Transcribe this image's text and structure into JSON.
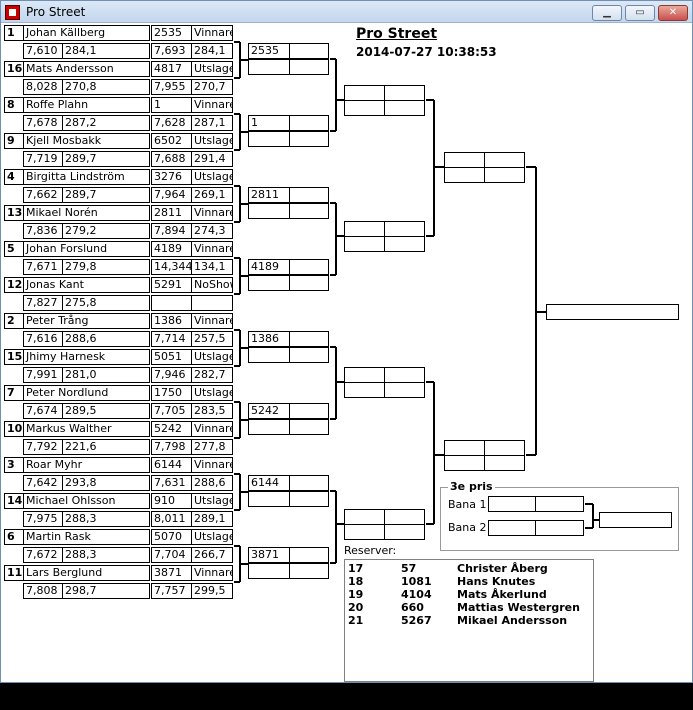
{
  "window": {
    "title": "Pro Street"
  },
  "header": {
    "title": "Pro Street",
    "datetime": "2014-07-27 10:38:53"
  },
  "round1": [
    {
      "seed": "1",
      "name": "Johan Källberg",
      "t1": "7,610",
      "t2": "284,1",
      "num": "2535",
      "res": "Vinnare",
      "v1": "7,693",
      "v2": "284,1"
    },
    {
      "seed": "16",
      "name": "Mats Andersson",
      "t1": "8,028",
      "t2": "270,8",
      "num": "4817",
      "res": "Utslagen",
      "v1": "7,955",
      "v2": "270,7"
    },
    {
      "seed": "8",
      "name": "Roffe Plahn",
      "t1": "7,678",
      "t2": "287,2",
      "num": "1",
      "res": "Vinnare",
      "v1": "7,628",
      "v2": "287,1"
    },
    {
      "seed": "9",
      "name": "Kjell Mosbakk",
      "t1": "7,719",
      "t2": "289,7",
      "num": "6502",
      "res": "Utslagen",
      "v1": "7,688",
      "v2": "291,4"
    },
    {
      "seed": "4",
      "name": "Birgitta Lindström",
      "t1": "7,662",
      "t2": "289,7",
      "num": "3276",
      "res": "Utslagen",
      "v1": "7,964",
      "v2": "269,1"
    },
    {
      "seed": "13",
      "name": "Mikael Norén",
      "t1": "7,836",
      "t2": "279,2",
      "num": "2811",
      "res": "Vinnare",
      "v1": "7,894",
      "v2": "274,3"
    },
    {
      "seed": "5",
      "name": "Johan Forslund",
      "t1": "7,671",
      "t2": "279,8",
      "num": "4189",
      "res": "Vinnare",
      "v1": "14,344",
      "v2": "134,1"
    },
    {
      "seed": "12",
      "name": "Jonas Kant",
      "t1": "7,827",
      "t2": "275,8",
      "num": "5291",
      "res": "NoShow",
      "v1": "",
      "v2": ""
    },
    {
      "seed": "2",
      "name": "Peter Trång",
      "t1": "7,616",
      "t2": "288,6",
      "num": "1386",
      "res": "Vinnare",
      "v1": "7,714",
      "v2": "257,5"
    },
    {
      "seed": "15",
      "name": "Jhimy Harnesk",
      "t1": "7,991",
      "t2": "281,0",
      "num": "5051",
      "res": "Utslagen",
      "v1": "7,946",
      "v2": "282,7"
    },
    {
      "seed": "7",
      "name": "Peter Nordlund",
      "t1": "7,674",
      "t2": "289,5",
      "num": "1750",
      "res": "Utslagen",
      "v1": "7,705",
      "v2": "283,5"
    },
    {
      "seed": "10",
      "name": "Markus Walther",
      "t1": "7,792",
      "t2": "221,6",
      "num": "5242",
      "res": "Vinnare",
      "v1": "7,798",
      "v2": "277,8"
    },
    {
      "seed": "3",
      "name": "Roar Myhr",
      "t1": "7,642",
      "t2": "293,8",
      "num": "6144",
      "res": "Vinnare",
      "v1": "7,631",
      "v2": "288,6"
    },
    {
      "seed": "14",
      "name": "Michael Ohlsson",
      "t1": "7,975",
      "t2": "288,3",
      "num": "910",
      "res": "Utslagen",
      "v1": "8,011",
      "v2": "289,1"
    },
    {
      "seed": "6",
      "name": "Martin Rask",
      "t1": "7,672",
      "t2": "288,3",
      "num": "5070",
      "res": "Utslagen",
      "v1": "7,704",
      "v2": "266,7"
    },
    {
      "seed": "11",
      "name": "Lars Berglund",
      "t1": "7,808",
      "t2": "298,7",
      "num": "3871",
      "res": "Vinnare",
      "v1": "7,757",
      "v2": "299,5"
    }
  ],
  "round2": [
    "2535",
    "1",
    "2811",
    "4189",
    "1386",
    "5242",
    "6144",
    "3871"
  ],
  "third_prize": {
    "title": "3e pris",
    "lane1": "Bana 1",
    "lane2": "Bana 2"
  },
  "reserves": {
    "label": "Reserver:",
    "rows": [
      {
        "pos": "17",
        "num": "57",
        "name": "Christer Åberg"
      },
      {
        "pos": "18",
        "num": "1081",
        "name": "Hans Knutes"
      },
      {
        "pos": "19",
        "num": "4104",
        "name": "Mats Åkerlund"
      },
      {
        "pos": "20",
        "num": "660",
        "name": "Mattias Westergren"
      },
      {
        "pos": "21",
        "num": "5267",
        "name": "Mikael Andersson"
      }
    ]
  }
}
